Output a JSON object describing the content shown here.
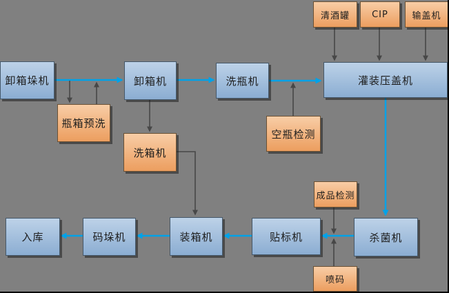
{
  "diagram": {
    "colors": {
      "bg": "#808080",
      "accent_cyan": "#00a2e8",
      "arrow_dark": "#474747",
      "blue_top": "#bdd2e8",
      "blue_bottom": "#8badd2",
      "blue_border": "#45586a",
      "orange_top": "#f8cda6",
      "orange_bottom": "#ec9e5f",
      "orange_border": "#6b5134",
      "text": "#1d1d1d"
    },
    "nodes": {
      "depalletizer": "卸箱垛机",
      "crate_prewash": "瓶箱预洗",
      "decrater": "卸箱机",
      "crate_washer": "洗箱机",
      "bottle_washer": "洗瓶机",
      "empty_bottle_inspector": "空瓶检测",
      "bright_beer_tank": "清酒罐",
      "cip": "CIP",
      "cap_feeder": "输盖机",
      "filler_capper": "灌装压盖机",
      "pasteurizer": "杀菌机",
      "product_inspector": "成品检测",
      "inkjet_coder": "喷码",
      "labeler": "贴标机",
      "case_packer": "装箱机",
      "palletizer": "码垛机",
      "warehousing": "入库"
    }
  }
}
